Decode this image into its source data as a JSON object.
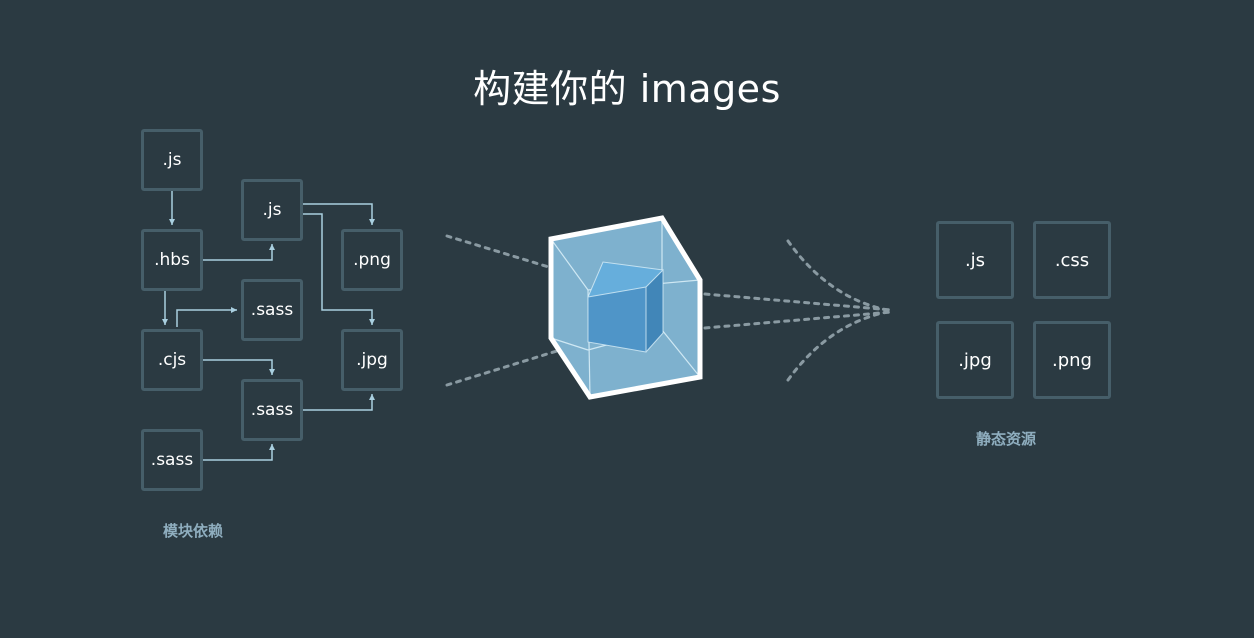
{
  "title": "构建你的 images",
  "modules": {
    "caption": "模块依赖",
    "items": [
      ".js",
      ".js",
      ".hbs",
      ".png",
      ".sass",
      ".cjs",
      ".jpg",
      ".sass",
      ".sass"
    ]
  },
  "assets": {
    "caption": "静态资源",
    "items": [
      ".js",
      ".css",
      ".jpg",
      ".png"
    ]
  },
  "colors": {
    "background": "#2b3a42",
    "box_border": "#465e69",
    "connector": "#a9cfe0",
    "cube_fill": "#8dc7e6",
    "inner_cube": "#5aa2d4",
    "dotted": "#8a9aa2",
    "caption": "#8faebf"
  }
}
